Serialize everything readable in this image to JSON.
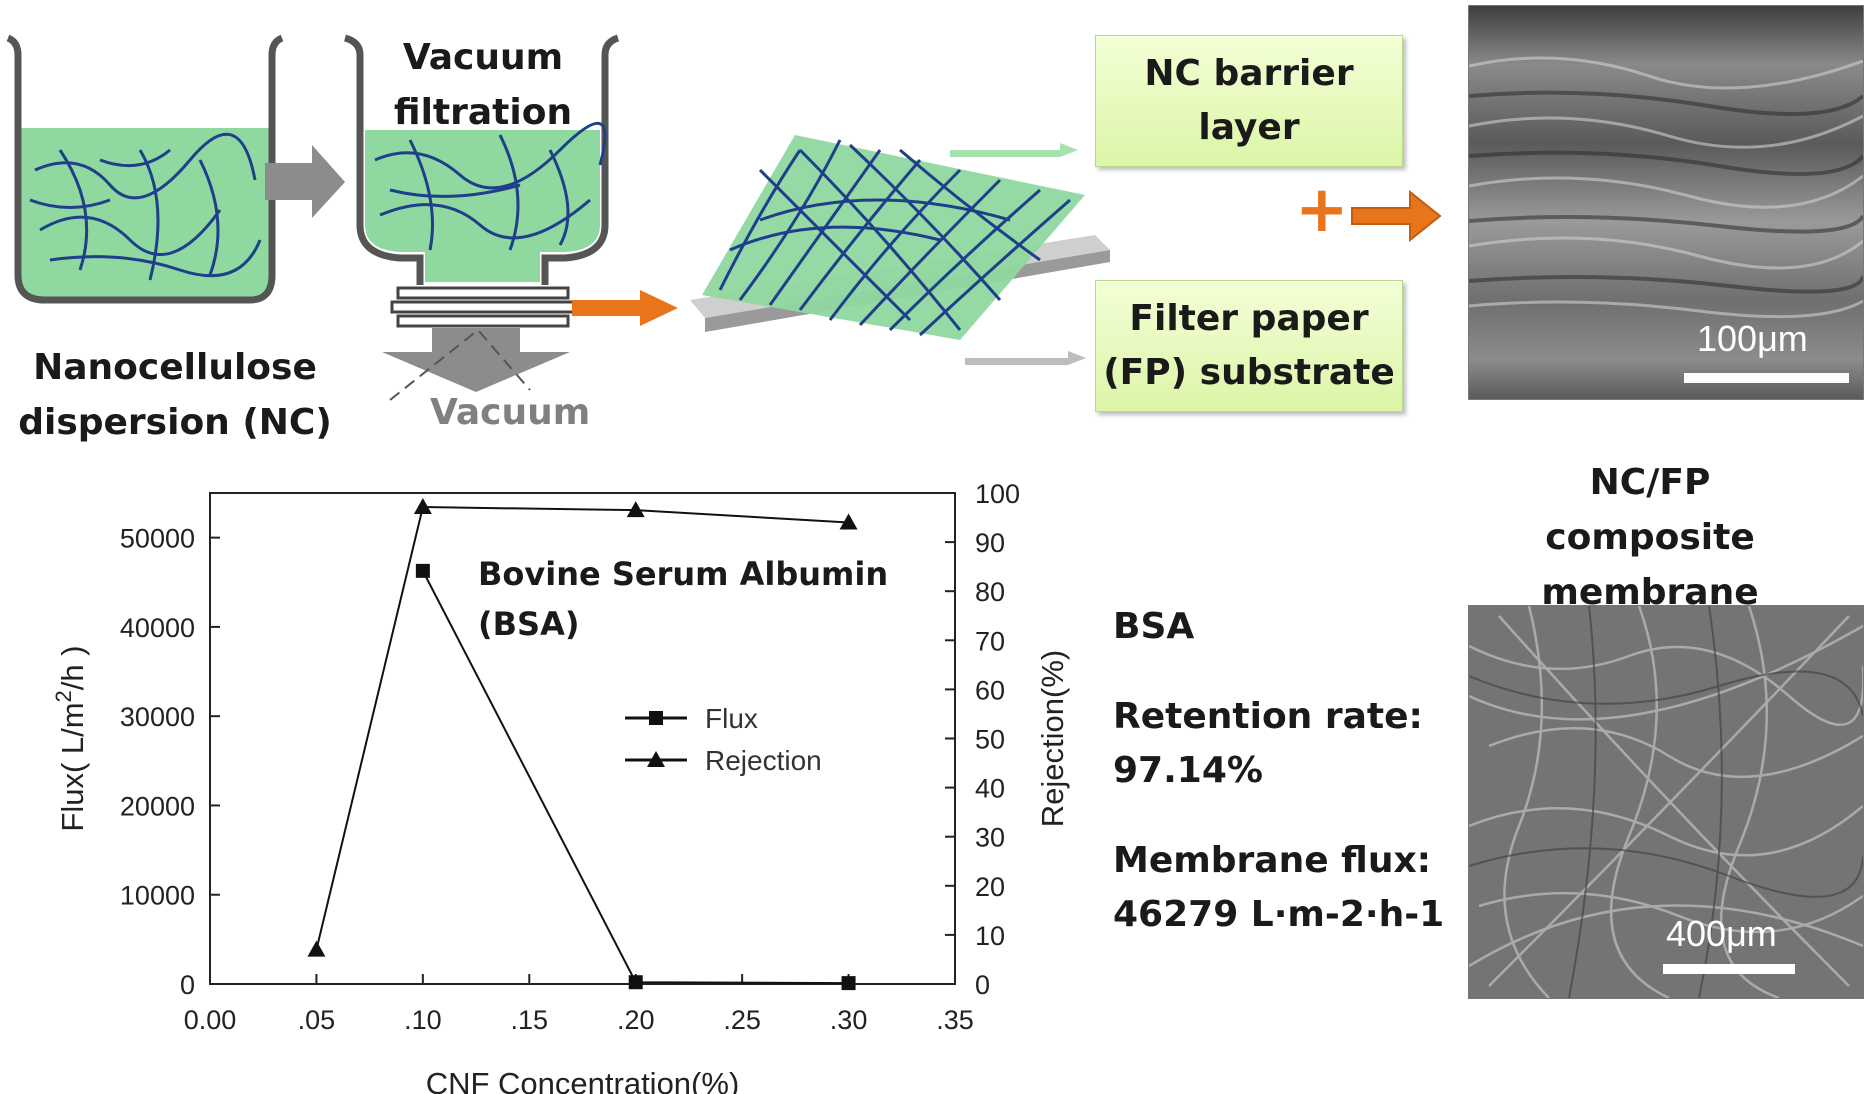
{
  "schematic": {
    "beaker_caption_line1": "Nanocellulose",
    "beaker_caption_line2": "dispersion (NC)",
    "filter_title_line1": "Vacuum",
    "filter_title_line2": "filtration",
    "vacuum_label": "Vacuum",
    "barrier_box_line1": "NC barrier",
    "barrier_box_line2": "layer",
    "substrate_box_line1": "Filter paper",
    "substrate_box_line2": "(FP) substrate",
    "plus_sign": "+",
    "composite_label_line1": "NC/FP",
    "composite_label_line2": "composite membrane"
  },
  "sem_images": {
    "cross_section_scale": "100μm",
    "surface_scale": "400μm"
  },
  "info": {
    "title": "BSA",
    "retention_label": "Retention rate:",
    "retention_value": "97.14%",
    "flux_label": "Membrane flux:",
    "flux_value": "46279 L·m-2·h-1"
  },
  "colors": {
    "liquid_green": "#8fd8a0",
    "fiber_blue": "#1f3f8a",
    "orange_arrow": "#e8741b",
    "gray_arrow": "#8c8c8c",
    "box_border": "#b7d98b"
  },
  "chart_data": {
    "type": "line",
    "annotation_line1": "Bovine Serum Albumin",
    "annotation_line2": " (BSA)",
    "xlabel": "CNF Concentration(%)",
    "ylabel_left_prefix": "Flux( L/m",
    "ylabel_left_sup": "2",
    "ylabel_left_suffix": "/h )",
    "ylabel_right": "Rejection(%)",
    "xlim": [
      0,
      0.35
    ],
    "ylim_left": [
      0,
      55000
    ],
    "ylim_right": [
      0,
      100
    ],
    "x_ticks": [
      {
        "v": 0.0,
        "label": "0.00"
      },
      {
        "v": 0.05,
        "label": ".05"
      },
      {
        "v": 0.1,
        "label": ".10"
      },
      {
        "v": 0.15,
        "label": ".15"
      },
      {
        "v": 0.2,
        "label": ".20"
      },
      {
        "v": 0.25,
        "label": ".25"
      },
      {
        "v": 0.3,
        "label": ".30"
      },
      {
        "v": 0.35,
        "label": ".35"
      }
    ],
    "y_left_ticks": [
      0,
      10000,
      20000,
      30000,
      40000,
      50000
    ],
    "y_right_ticks": [
      0,
      10,
      20,
      30,
      40,
      50,
      60,
      70,
      80,
      90,
      100
    ],
    "legend_position": "center-right",
    "series": [
      {
        "name": "Flux",
        "axis": "left",
        "marker": "square",
        "x": [
          0.1,
          0.2,
          0.3
        ],
        "y": [
          46279,
          200,
          100
        ]
      },
      {
        "name": "Rejection",
        "axis": "right",
        "marker": "triangle",
        "x": [
          0.05,
          0.1,
          0.2,
          0.3
        ],
        "y": [
          7,
          97.14,
          96.5,
          94
        ]
      }
    ]
  }
}
